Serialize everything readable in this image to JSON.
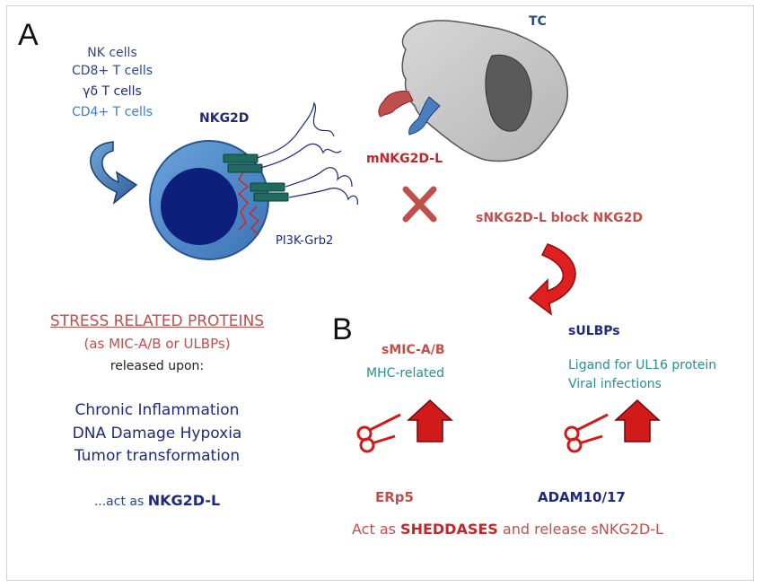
{
  "panel_a": {
    "label": "A",
    "cell_types": [
      "NK cells",
      "CD8+ T cells",
      "γδ T cells",
      "CD4+ T cells"
    ],
    "receptor": "NKG2D",
    "signaling": "PI3K-Grb2",
    "tumor_cell": "TC",
    "ligand": "mNKG2D-L",
    "block_text": "sNKG2D-L block NKG2D",
    "stress_title": "STRESS RELATED PROTEINS",
    "stress_sub": "(as MIC-A/B or ULBPs)",
    "released_upon": "released upon:",
    "conditions": [
      "Chronic Inflammation",
      "DNA Damage Hypoxia",
      "Tumor transformation"
    ],
    "act_as_prefix": "...act as ",
    "act_as_term": "NKG2D-L"
  },
  "panel_b": {
    "label": "B",
    "smic_title": "sMIC-A/B",
    "smic_desc": "MHC-related",
    "sulbp_title": "sULBPs",
    "sulbp_desc": [
      "Ligand for UL16 protein",
      "Viral infections"
    ],
    "erp5": "ERp5",
    "adam": "ADAM10/17",
    "act_prefix": "Act as ",
    "act_term": "SHEDDASES",
    "act_suffix": " and release sNKG2D-L"
  },
  "icons": [
    "curved-arrow-icon",
    "cross-icon",
    "scissors-icon",
    "up-arrow-icon"
  ],
  "colors": {
    "cell_blue": "#4a86c8",
    "nucleus": "#0d1f7a",
    "receptor": "#1f6b5e",
    "tumor_gray": "#c8c8c8",
    "tumor_core": "#5a5a5a",
    "ligand_red": "#c0504d",
    "ligand_blue": "#4a7fbf",
    "arrow_red": "#d11a1a"
  }
}
